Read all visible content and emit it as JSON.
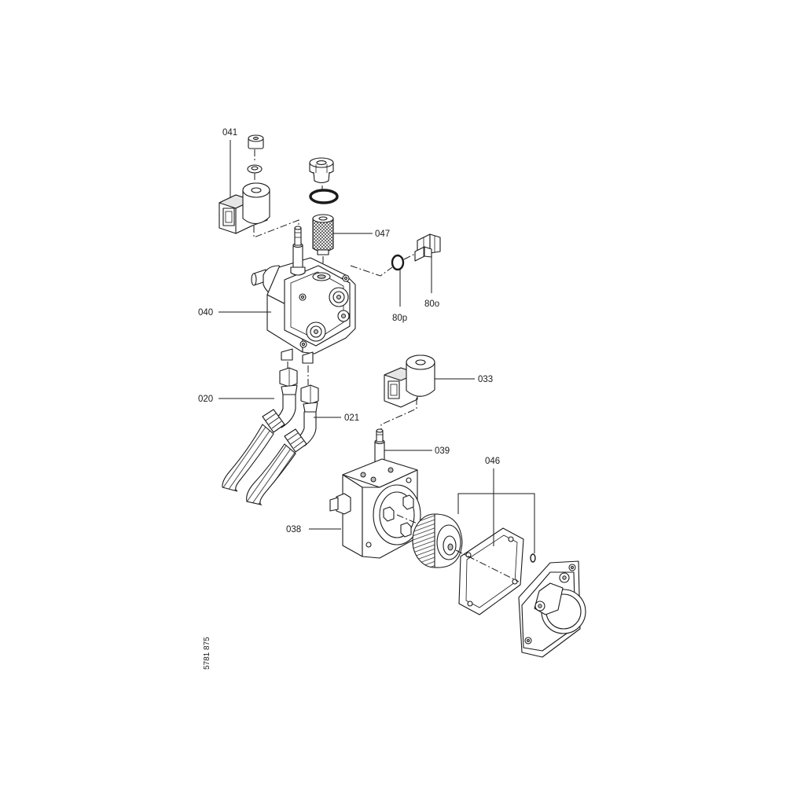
{
  "labels": {
    "p041": "041",
    "p047": "047",
    "p040": "040",
    "p80p": "80p",
    "p80o": "80o",
    "p033": "033",
    "p020": "020",
    "p021": "021",
    "p039": "039",
    "p046": "046",
    "p038": "038"
  },
  "document_number": "5781 875"
}
